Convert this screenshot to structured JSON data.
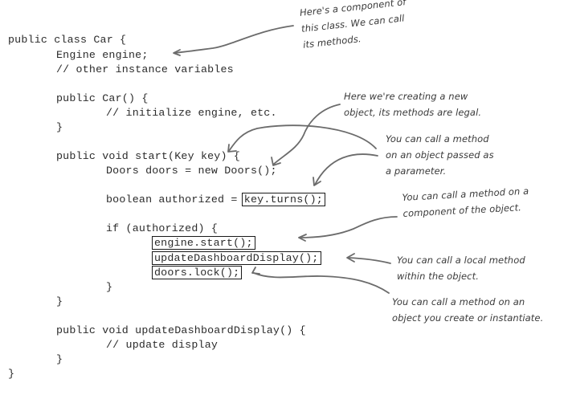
{
  "code": {
    "lines": [
      "public class Car {",
      "Engine engine;",
      "// other instance variables",
      "public Car() {",
      "// initialize engine, etc.",
      "}",
      "public void start(Key key) {",
      "Doors doors = new Doors();",
      "boolean authorized = ",
      "key.turns();",
      "if (authorized) {",
      "engine.start();",
      "updateDashboardDisplay();",
      "doors.lock();",
      "}",
      "}",
      "public void updateDashboardDisplay() {",
      "// update display",
      "}",
      "}"
    ]
  },
  "annotations": {
    "component": [
      "Here's a component of",
      "this class. We can call",
      "its methods."
    ],
    "new_object": [
      "Here we're creating a new",
      "object, its methods are legal."
    ],
    "parameter": [
      "You can call a method",
      "on an object passed as",
      "a parameter."
    ],
    "component_call": [
      "You can call a method on a",
      "component of the object."
    ],
    "local_method": [
      "You can call a local method",
      "within the object."
    ],
    "instantiate": [
      "You can call a method on an",
      "object you create or instantiate."
    ]
  },
  "colors": {
    "code_text": "#2b2b2b",
    "arrow": "#6b6b6b",
    "box_border": "#1a1a1a",
    "background": "#ffffff"
  }
}
